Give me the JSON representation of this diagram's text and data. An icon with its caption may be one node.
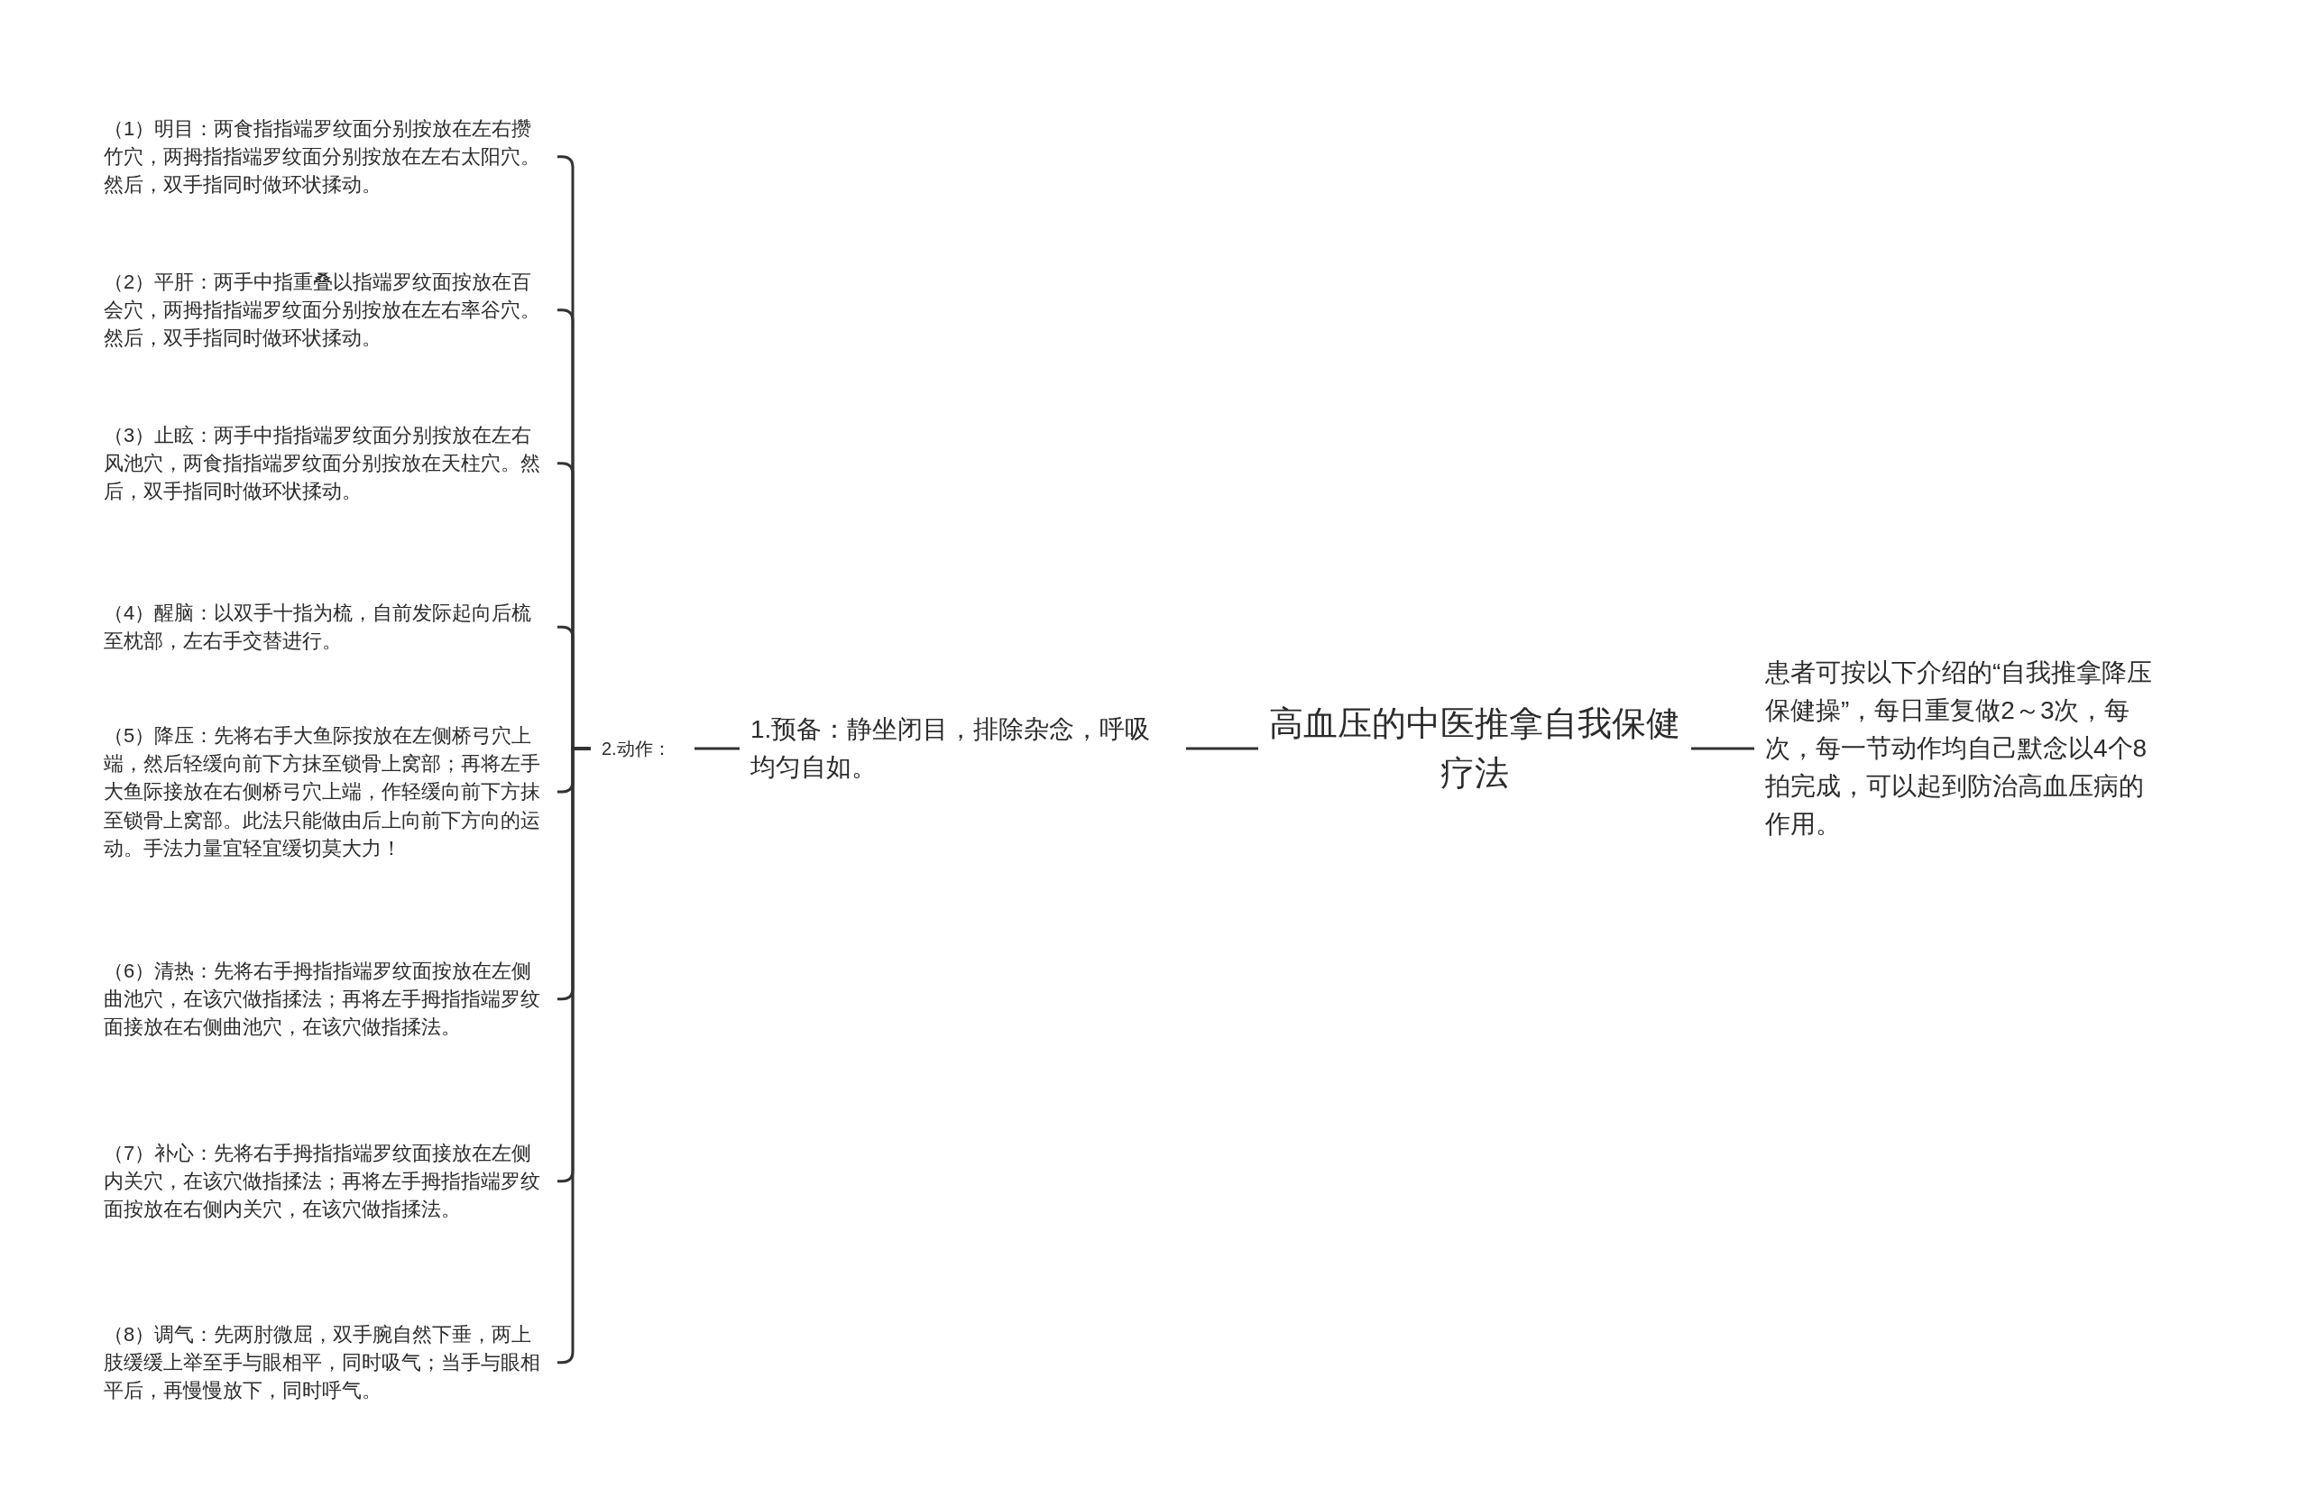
{
  "diagram": {
    "nodes": [
      {
        "text": [
          "高血压的中医推拿自我保健疗法"
        ]
      },
      {
        "text": [
          "患者可按以下介绍的“自我推拿降压保健操”，每日重复做2～3次，每次，每一节动作均自己默念以4个8拍完成，可以起到防治高血压病的作用。"
        ]
      },
      {
        "text": [
          "1.预备：静坐闭目，排除杂念，呼吸均匀自如。"
        ]
      },
      {
        "text": [
          "2.动作："
        ]
      },
      {
        "text": [
          "（1）明目：两食指指端罗纹面分别按放在左右攒竹穴，两拇指指端罗纹面分别按放在左右太阳穴。然后，双手指同时做环状揉动。"
        ]
      },
      {
        "text": [
          "（2）平肝：两手中指重叠以指端罗纹面按放在百会穴，两拇指指端罗纹面分别按放在左右率谷穴。然后，双手指同时做环状揉动。"
        ]
      },
      {
        "text": [
          "（3）止眩：两手中指指端罗纹面分别按放在左右风池穴，两食指指端罗纹面分别按放在天柱穴。然后，双手指同时做环状揉动。"
        ]
      },
      {
        "text": [
          "（4）醒脑：以双手十指为梳，自前发际起向后梳至枕部，左右手交替进行。"
        ]
      },
      {
        "text": [
          "（5）降压：先将右手大鱼际按放在左侧桥弓穴上端，然后轻缓向前下方抹至锁骨上窝部；再将左手大鱼际接放在右侧桥弓穴上端，作轻缓向前下方抹至锁骨上窝部。此法只能做由后上向前下方向的运动。手法力量宜轻宜缓切莫大力！"
        ]
      },
      {
        "text": [
          "（6）清热：先将右手拇指指端罗纹面按放在左侧曲池穴，在该穴做指揉法；再将左手拇指指端罗纹面接放在右侧曲池穴，在该穴做指揉法。"
        ]
      },
      {
        "text": [
          "（7）补心：先将右手拇指指端罗纹面接放在左侧内关穴，在该穴做指揉法；再将左手拇指指端罗纹面按放在右侧内关穴，在该穴做指揉法。"
        ]
      },
      {
        "text": [
          "（8）调气：先两肘微屈，双手腕自然下垂，两上肢缓缓上举至手与眼相平，同时吸气；当手与眼相平后，再慢慢放下，同时呼气。"
        ]
      }
    ],
    "edges": [
      {
        "from": 0,
        "to": 1,
        "arrow": "none"
      },
      {
        "from": 0,
        "to": 2,
        "arrow": "none"
      },
      {
        "from": 2,
        "to": 3,
        "arrow": "none"
      },
      {
        "from": 3,
        "to": 4,
        "arrow": "none"
      },
      {
        "from": 3,
        "to": 5,
        "arrow": "none"
      },
      {
        "from": 3,
        "to": 6,
        "arrow": "none"
      },
      {
        "from": 3,
        "to": 7,
        "arrow": "none"
      },
      {
        "from": 3,
        "to": 8,
        "arrow": "none"
      },
      {
        "from": 3,
        "to": 9,
        "arrow": "none"
      },
      {
        "from": 3,
        "to": 10,
        "arrow": "none"
      },
      {
        "from": 3,
        "to": 11,
        "arrow": "none"
      }
    ]
  }
}
